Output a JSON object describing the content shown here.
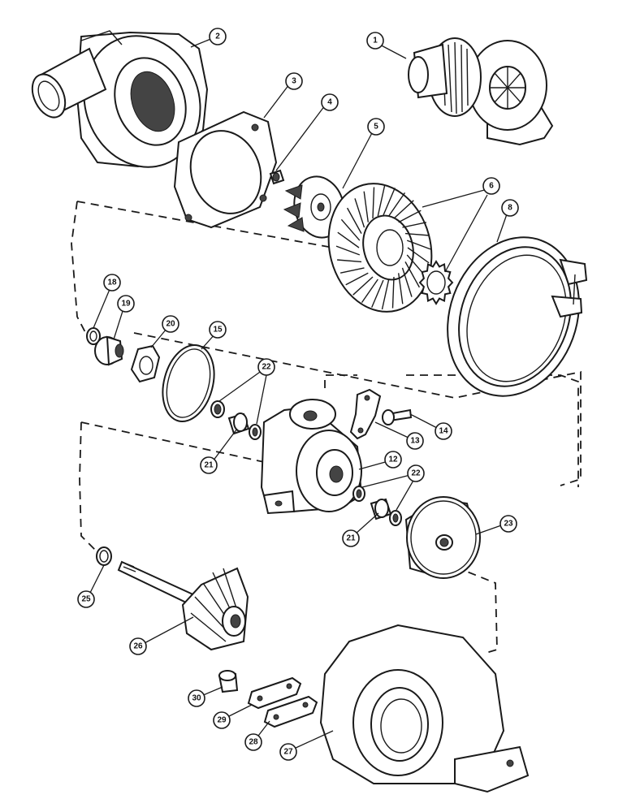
{
  "callouts": [
    {
      "id": "c1",
      "label": "1"
    },
    {
      "id": "c2",
      "label": "2"
    },
    {
      "id": "c3",
      "label": "3"
    },
    {
      "id": "c4",
      "label": "4"
    },
    {
      "id": "c5",
      "label": "5"
    },
    {
      "id": "c6",
      "label": "6"
    },
    {
      "id": "c8",
      "label": "8"
    },
    {
      "id": "c12",
      "label": "12"
    },
    {
      "id": "c13",
      "label": "13"
    },
    {
      "id": "c14",
      "label": "14"
    },
    {
      "id": "c15",
      "label": "15"
    },
    {
      "id": "c18",
      "label": "18"
    },
    {
      "id": "c19",
      "label": "19"
    },
    {
      "id": "c20",
      "label": "20"
    },
    {
      "id": "c21a",
      "label": "21"
    },
    {
      "id": "c21b",
      "label": "21"
    },
    {
      "id": "c22a",
      "label": "22"
    },
    {
      "id": "c22b",
      "label": "22"
    },
    {
      "id": "c23",
      "label": "23"
    },
    {
      "id": "c25",
      "label": "25"
    },
    {
      "id": "c26",
      "label": "26"
    },
    {
      "id": "c27",
      "label": "27"
    },
    {
      "id": "c28",
      "label": "28"
    },
    {
      "id": "c29",
      "label": "29"
    },
    {
      "id": "c30",
      "label": "30"
    }
  ]
}
